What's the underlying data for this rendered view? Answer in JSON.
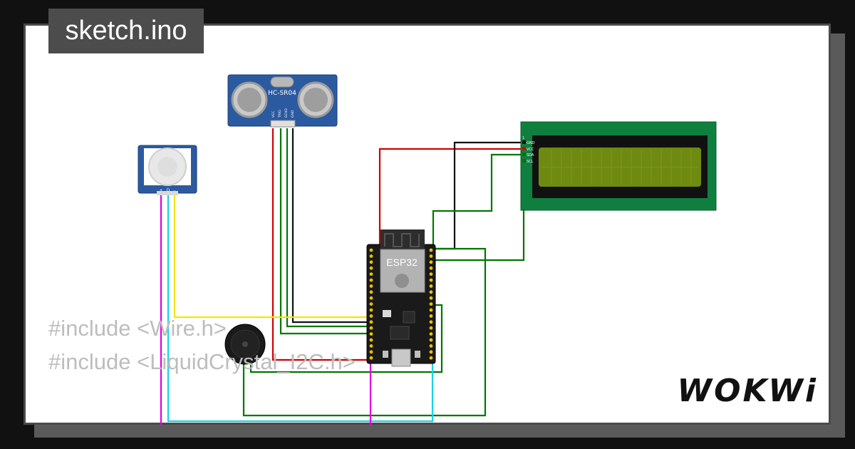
{
  "file": {
    "name": "sketch.ino"
  },
  "code_lines": [
    "#include <Wire.h>",
    "#include <LiquidCrystal_I2C.h>"
  ],
  "brand": {
    "name": "WOKWi"
  },
  "components": {
    "ultrasonic": {
      "model": "HC-SR04",
      "pins": [
        "VCC",
        "TRIG",
        "ECHO",
        "GND"
      ]
    },
    "mcu": {
      "label": "ESP32"
    },
    "lcd": {
      "pins": [
        "GND",
        "VCC",
        "SDA",
        "SCL"
      ],
      "pin_marker": "1"
    },
    "pir": {
      "pins": [
        "+",
        "D",
        "-"
      ]
    }
  },
  "colors": {
    "wire_red": "#d10000",
    "wire_black": "#111111",
    "wire_green": "#007700",
    "wire_yellow": "#f2e600",
    "wire_magenta": "#e000e0",
    "wire_cyan": "#19d3e6",
    "lcd_board": "#0f7f3f",
    "lcd_screen": "#6f8a10",
    "sensor_board": "#2b5aa0"
  }
}
